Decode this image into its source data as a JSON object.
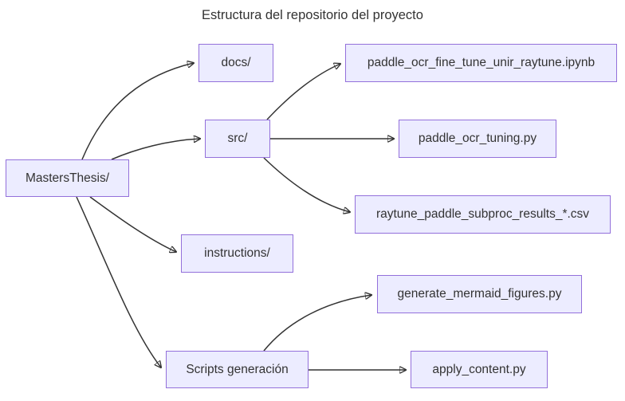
{
  "title": "Estructura del repositorio del proyecto",
  "diagram": {
    "type": "flowchart",
    "direction": "left-to-right",
    "nodes": [
      {
        "id": "root",
        "label": "MastersThesis/"
      },
      {
        "id": "docs",
        "label": "docs/"
      },
      {
        "id": "ipynb",
        "label": "paddle_ocr_fine_tune_unir_raytune.ipynb"
      },
      {
        "id": "src",
        "label": "src/"
      },
      {
        "id": "tuning",
        "label": "paddle_ocr_tuning.py"
      },
      {
        "id": "csv",
        "label": "raytune_paddle_subproc_results_*.csv"
      },
      {
        "id": "instructions",
        "label": "instructions/"
      },
      {
        "id": "genfig",
        "label": "generate_mermaid_figures.py"
      },
      {
        "id": "scripts",
        "label": "Scripts generación"
      },
      {
        "id": "apply",
        "label": "apply_content.py"
      }
    ],
    "edges": [
      {
        "from": "MastersThesis/",
        "to": "docs/"
      },
      {
        "from": "MastersThesis/",
        "to": "src/"
      },
      {
        "from": "MastersThesis/",
        "to": "instructions/"
      },
      {
        "from": "MastersThesis/",
        "to": "Scripts generación"
      },
      {
        "from": "src/",
        "to": "paddle_ocr_fine_tune_unir_raytune.ipynb"
      },
      {
        "from": "src/",
        "to": "paddle_ocr_tuning.py"
      },
      {
        "from": "src/",
        "to": "raytune_paddle_subproc_results_*.csv"
      },
      {
        "from": "Scripts generación",
        "to": "generate_mermaid_figures.py"
      },
      {
        "from": "Scripts generación",
        "to": "apply_content.py"
      }
    ],
    "colors": {
      "node_fill": "#ECECFF",
      "node_border": "#9370DB",
      "edge": "#333333",
      "text": "#333333",
      "background": "#FFFFFF"
    }
  }
}
